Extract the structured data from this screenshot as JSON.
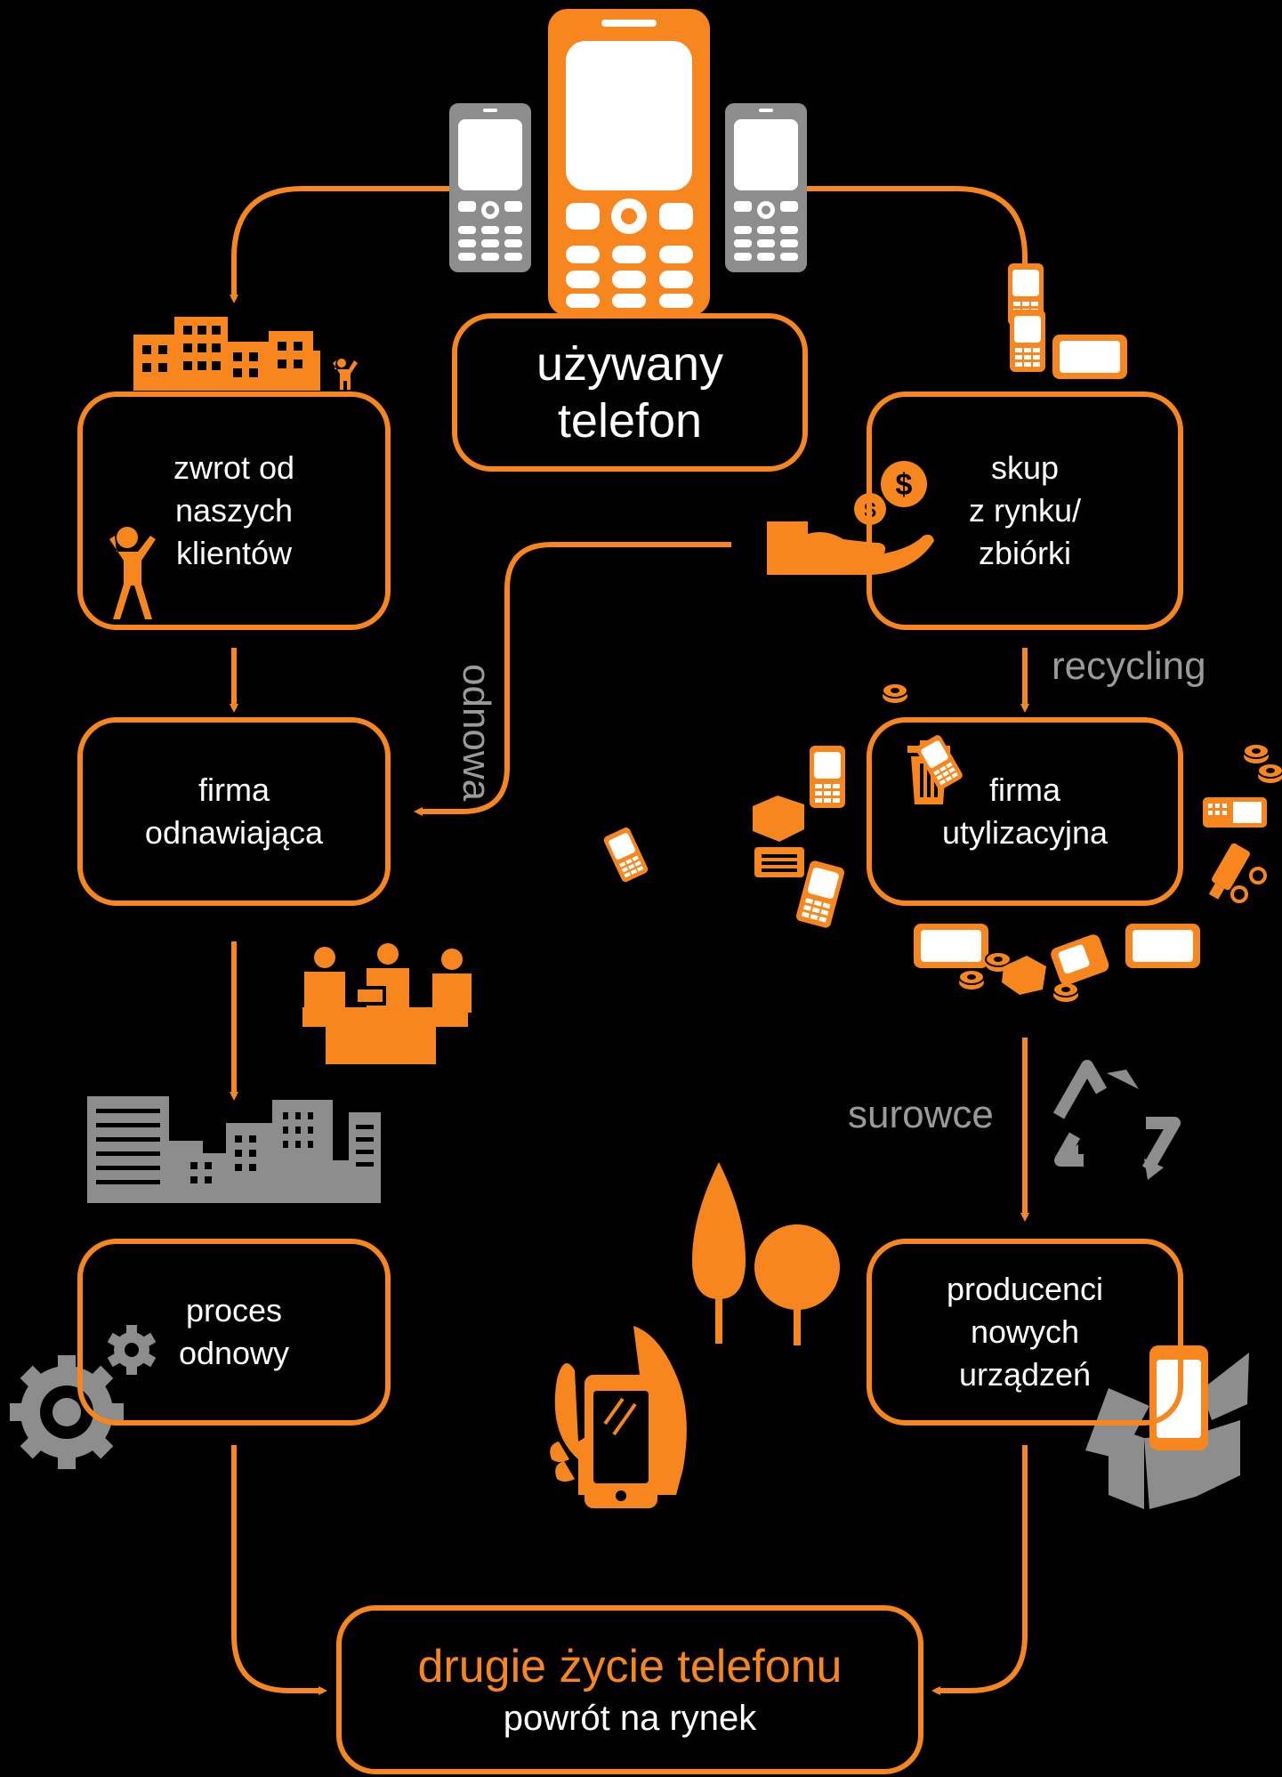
{
  "colors": {
    "accent": "#f7861e",
    "background": "#000000",
    "gray": "#8d8d8d",
    "text": "#ffffff"
  },
  "center": {
    "line1": "używany",
    "line2": "telefon"
  },
  "left": {
    "customers": [
      "zwrot od",
      "naszych",
      "klientów"
    ],
    "refurb_company": [
      "firma",
      "odnawiająca"
    ],
    "refurb_process": [
      "proces",
      "odnowy"
    ]
  },
  "right": {
    "buyback": [
      "skup",
      "z rynku/",
      "zbiórki"
    ],
    "disposal_company": [
      "firma",
      "utylizacyjna"
    ],
    "manufacturers": [
      "producenci",
      "nowych",
      "urządzeń"
    ]
  },
  "edge_labels": {
    "renewal": "odnowa",
    "recycling": "recycling",
    "raw_materials": "surowce"
  },
  "result": {
    "title": "drugie życie telefonu",
    "subtitle": "powrót na rynek"
  },
  "icons": [
    "mobile-phone-icon",
    "buildings-icon",
    "person-icon",
    "coins-hand-icon",
    "trash-icon",
    "meeting-icon",
    "city-icon",
    "gear-icon",
    "tree-icon",
    "recycle-icon",
    "hand-phone-icon",
    "box-phone-icon"
  ]
}
